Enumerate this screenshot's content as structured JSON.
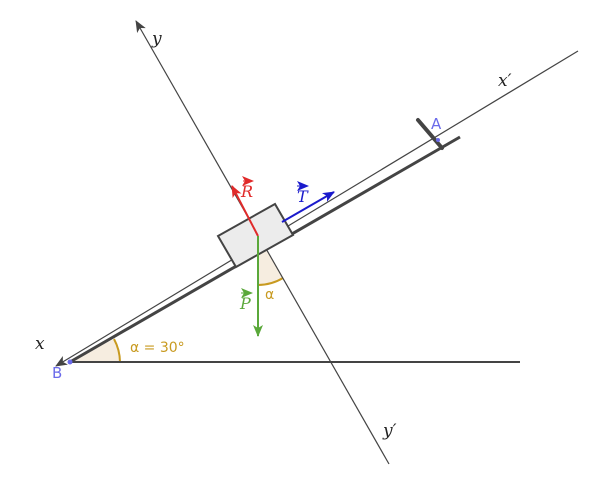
{
  "labels": {
    "x": "x",
    "x_prime": "x′",
    "y": "y",
    "y_prime": "y′",
    "point_a": "A",
    "point_b": "B",
    "vec_r": "R",
    "vec_t": "T",
    "vec_p": "P",
    "angle_small": "α",
    "angle_base": "α = 30°"
  },
  "colors": {
    "axis": "#444444",
    "point": "#6a6aea",
    "r_vector": "#e02a2a",
    "t_vector": "#1a1acc",
    "p_vector": "#5aa83a",
    "angle": "#c89a20",
    "angle_fill": "#f6ede0",
    "block_fill": "#ececec",
    "block_stroke": "#444444"
  }
}
